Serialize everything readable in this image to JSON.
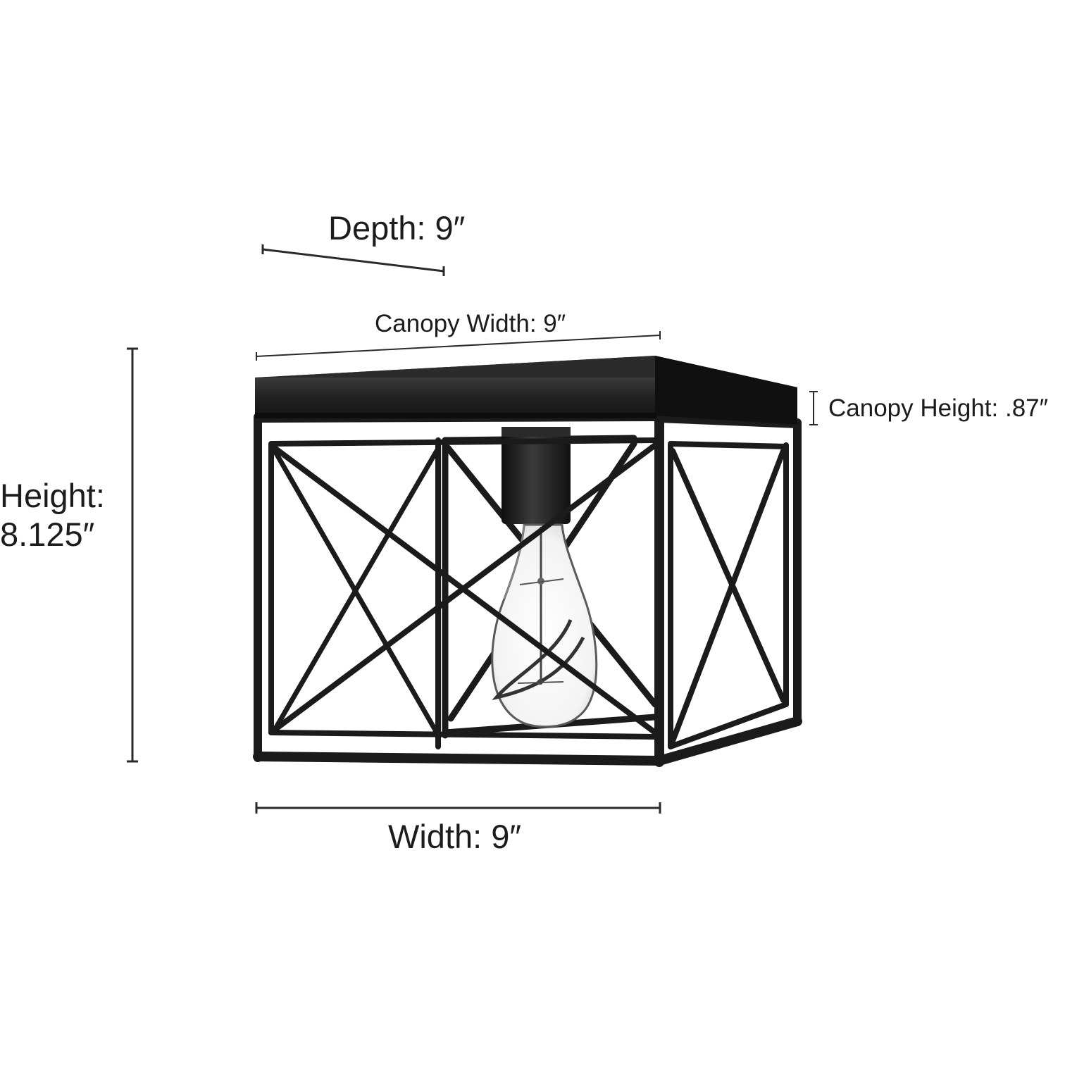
{
  "dimensions": {
    "depth": "Depth: 9″",
    "canopy_width": "Canopy Width: 9″",
    "canopy_height": "Canopy Height: .87″",
    "height_line1": "Height:",
    "height_line2": "8.125″",
    "width": "Width: 9″"
  },
  "colors": {
    "fixture_finish": "#1b1b1b",
    "dimension_lines": "#2a2a2a",
    "background": "#ffffff"
  }
}
